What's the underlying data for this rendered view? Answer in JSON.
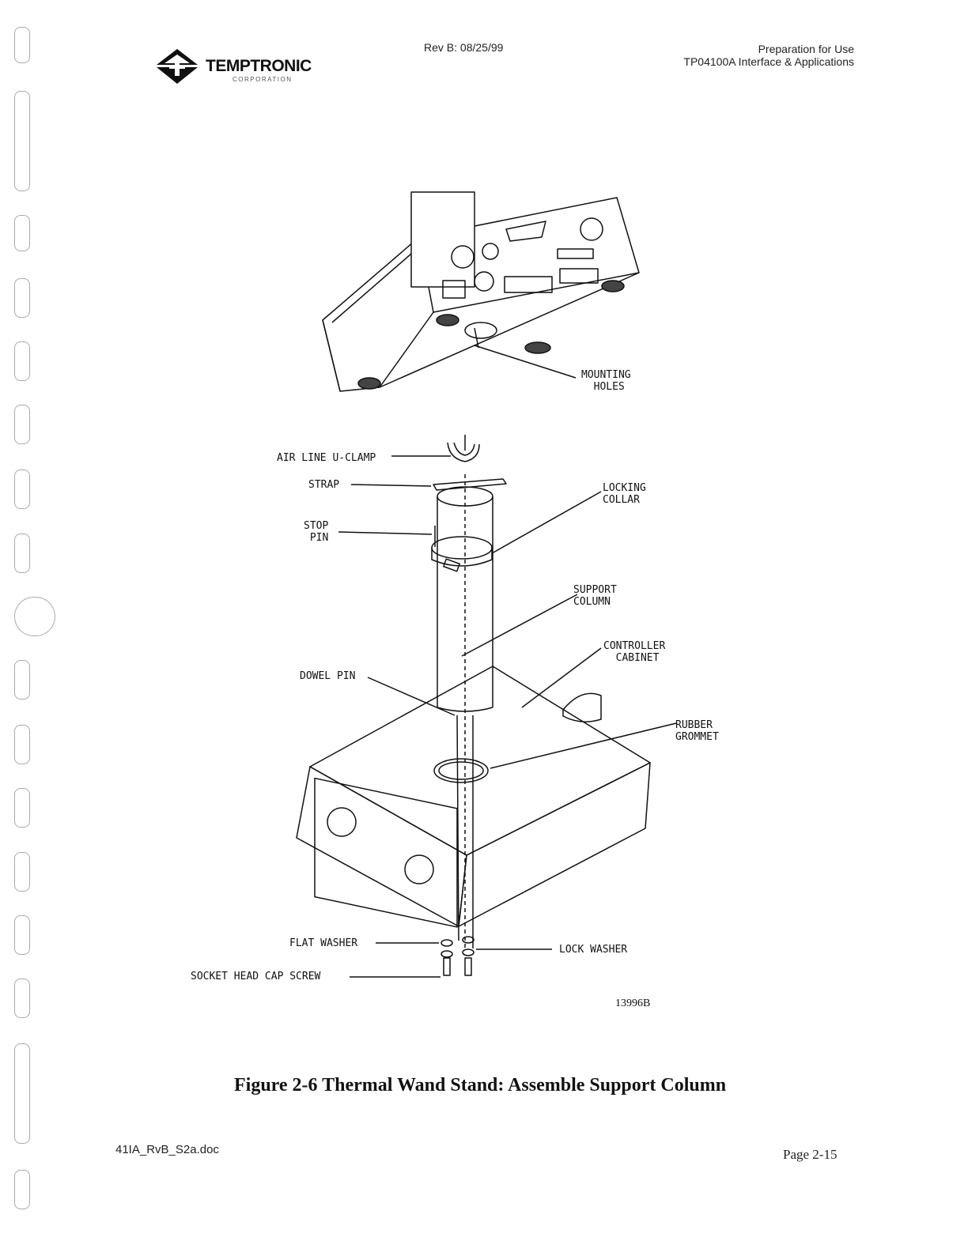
{
  "header": {
    "logo_name": "TEMPTRONIC",
    "logo_sub": "CORPORATION",
    "revision": "Rev B: 08/25/99",
    "section": "Preparation for Use",
    "document": "TP04100A Interface & Applications"
  },
  "figure": {
    "callouts": {
      "mounting_holes": "MOUNTING\n  HOLES",
      "air_line_u_clamp": "AIR LINE U-CLAMP",
      "strap": "STRAP",
      "stop_pin": "STOP\n PIN",
      "locking_collar": "LOCKING\nCOLLAR",
      "support_column": "SUPPORT\nCOLUMN",
      "controller_cabinet": "CONTROLLER\n  CABINET",
      "dowel_pin": "DOWEL PIN",
      "rubber_grommet": "RUBBER\nGROMMET",
      "flat_washer": "FLAT WASHER",
      "lock_washer": "LOCK WASHER",
      "socket_head_cap_screw": "SOCKET HEAD CAP SCREW"
    },
    "drawing_number": "13996B",
    "caption": "Figure 2-6 Thermal Wand Stand: Assemble Support Column"
  },
  "footer": {
    "filename": "41IA_RvB_S2a.doc",
    "page": "Page 2-15"
  }
}
